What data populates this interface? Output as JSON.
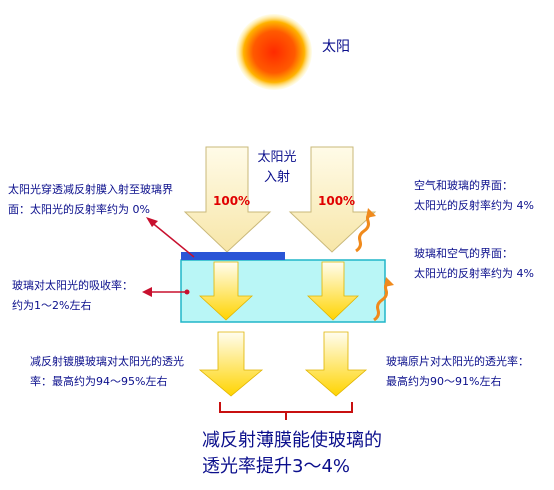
{
  "sun": {
    "label": "太阳"
  },
  "incident": {
    "label": "太阳光入射"
  },
  "beams": {
    "left_percent": "100%",
    "right_percent": "100%"
  },
  "annotations": {
    "left_top": [
      "太阳光穿透减反射膜入射至玻璃界",
      "面：太阳光的反射率约为 0%"
    ],
    "left_mid": [
      "玻璃对太阳光的吸收率：",
      "约为1～2%左右"
    ],
    "left_bottom": [
      "减反射镀膜玻璃对太阳光的透光",
      "率：最高约为94～95%左右"
    ],
    "right_top": [
      "空气和玻璃的界面：",
      "太阳光的反射率约为 4%"
    ],
    "right_mid": [
      "玻璃和空气的界面：",
      "太阳光的反射率约为 4%"
    ],
    "right_bottom": [
      "玻璃原片对太阳光的透光率：",
      "最高约为90～91%左右"
    ]
  },
  "conclusion": [
    "减反射薄膜能使玻璃的",
    "透光率提升3～4%"
  ],
  "colors": {
    "text": "#0b0f8c",
    "arrow_red": "#c8102e",
    "wave": "#f08a1c",
    "glass": "#b9f6f6",
    "coating": "#2a55d6",
    "bracket": "#c81010"
  }
}
